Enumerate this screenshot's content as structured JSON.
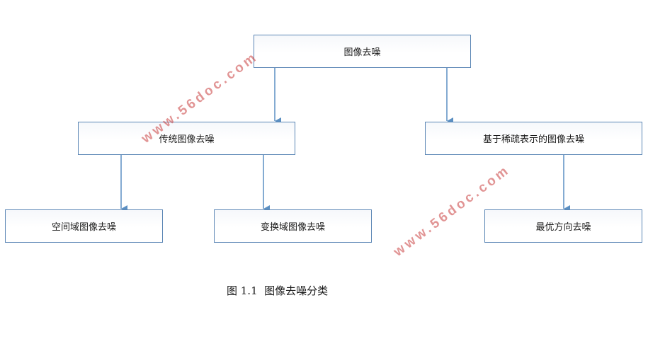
{
  "diagram": {
    "nodes": {
      "root": "图像去噪",
      "traditional": "传统图像去噪",
      "sparse": "基于稀疏表示的图像去噪",
      "spatial": "空间域图像去噪",
      "transform": "变换域图像去噪",
      "optimal": "最优方向去噪"
    },
    "edges": [
      [
        "root",
        "traditional"
      ],
      [
        "root",
        "sparse"
      ],
      [
        "traditional",
        "spatial"
      ],
      [
        "traditional",
        "transform"
      ],
      [
        "sparse",
        "optimal"
      ]
    ],
    "colors": {
      "arrow": "#5b8fc2",
      "box_border": "#5b86b5"
    }
  },
  "caption": "图 1.1  图像去噪分类",
  "watermarks": [
    "www.56doc.com",
    "www.56doc.com"
  ]
}
